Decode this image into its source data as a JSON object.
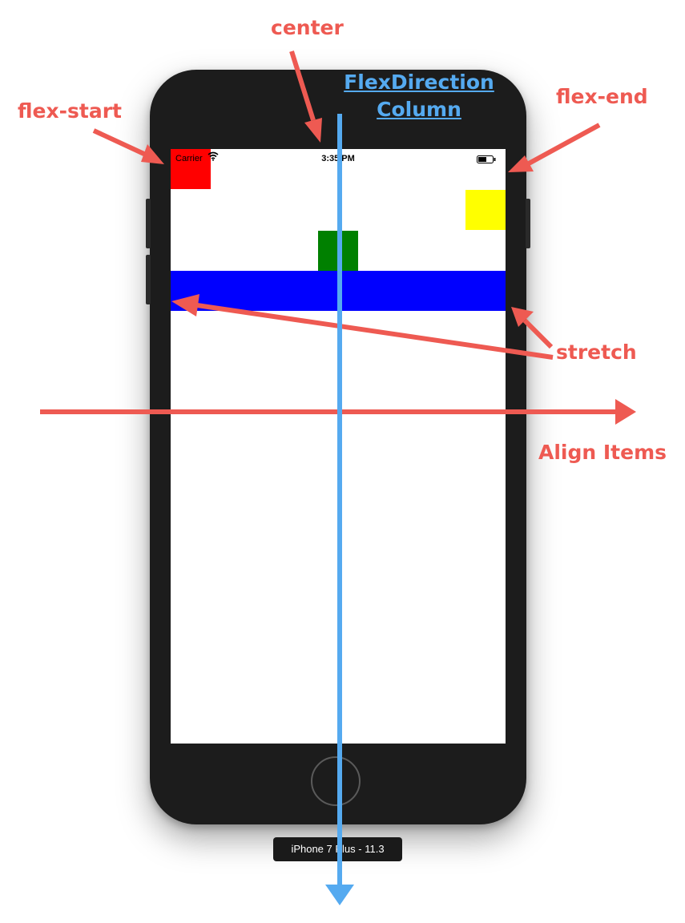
{
  "colors": {
    "annotation": "#ee5a52",
    "axis_main": "#55aaf0",
    "phone_body": "#1c1c1c",
    "screen": "#ffffff",
    "box_start": "#ff0000",
    "box_end": "#ffff00",
    "box_center": "#008000",
    "box_stretch": "#0000ff"
  },
  "title": {
    "line1": "FlexDirection",
    "line2": "Column"
  },
  "annotations": {
    "flex_start": "flex-start",
    "center": "center",
    "flex_end": "flex-end",
    "stretch": "stretch",
    "align_items": "Align Items"
  },
  "status_bar": {
    "carrier": "Carrier",
    "wifi_icon": "wifi-icon",
    "time": "3:35 PM",
    "battery_icon": "battery-icon"
  },
  "device": {
    "model_label": "iPhone 7 Plus - 11.3",
    "home_button_icon": "home-button-icon"
  },
  "boxes": [
    {
      "name": "red-box",
      "align": "flex-start",
      "color": "#ff0000"
    },
    {
      "name": "yellow-box",
      "align": "flex-end",
      "color": "#ffff00"
    },
    {
      "name": "green-box",
      "align": "center",
      "color": "#008000"
    },
    {
      "name": "blue-box",
      "align": "stretch",
      "color": "#0000ff"
    }
  ]
}
